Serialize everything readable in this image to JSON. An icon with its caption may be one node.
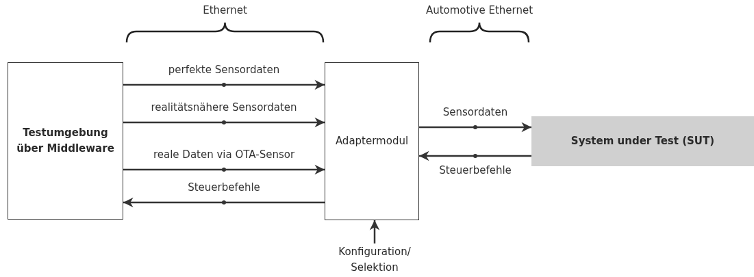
{
  "diagram": {
    "nodes": [
      {
        "text": [
          "Testumgebung über Middleware"
        ]
      },
      {
        "text": [
          "Adaptermodul"
        ]
      },
      {
        "text": [
          "System under Test (SUT)"
        ]
      },
      {
        "text": [
          "Konfiguration/ Selektion"
        ]
      }
    ],
    "edges": [
      {
        "from": 0,
        "to": 1,
        "arrow": "to",
        "label": "perfekte Sensordaten"
      },
      {
        "from": 0,
        "to": 1,
        "arrow": "to",
        "label": "realitätsnähere Sensordaten"
      },
      {
        "from": 0,
        "to": 1,
        "arrow": "to",
        "label": "reale Daten via OTA-Sensor"
      },
      {
        "from": 1,
        "to": 0,
        "arrow": "to",
        "label": "Steuerbefehle"
      },
      {
        "from": 1,
        "to": 2,
        "arrow": "to",
        "label": "Sensordaten"
      },
      {
        "from": 2,
        "to": 1,
        "arrow": "to",
        "label": "Steuerbefehle"
      },
      {
        "from": 3,
        "to": 1,
        "arrow": "to"
      }
    ],
    "labels": [
      "Ethernet",
      "Automotive Ethernet"
    ]
  }
}
